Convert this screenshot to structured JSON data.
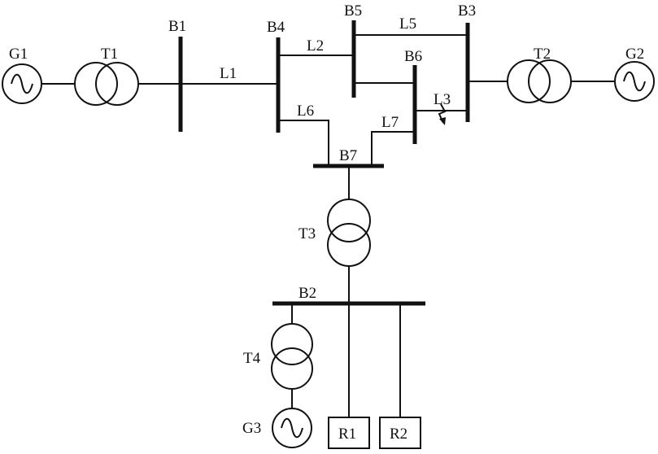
{
  "buses": {
    "b1": "B1",
    "b2": "B2",
    "b3": "B3",
    "b4": "B4",
    "b5": "B5",
    "b6": "B6",
    "b7": "B7"
  },
  "lines": {
    "l1": "L1",
    "l2": "L2",
    "l3": "L3",
    "l5": "L5",
    "l6": "L6",
    "l7": "L7"
  },
  "generators": {
    "g1": "G1",
    "g2": "G2",
    "g3": "G3"
  },
  "transformers": {
    "t1": "T1",
    "t2": "T2",
    "t3": "T3",
    "t4": "T4"
  },
  "loads": {
    "r1": "R1",
    "r2": "R2"
  },
  "fault": {
    "location": "L3",
    "icon": "fault-arrow-icon"
  }
}
